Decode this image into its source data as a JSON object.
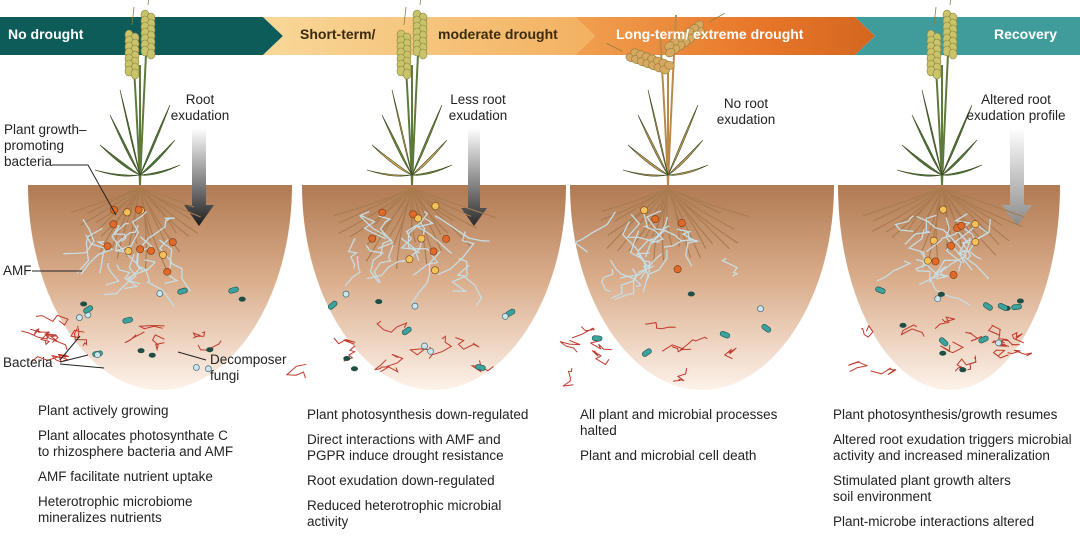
{
  "stages": [
    {
      "title": "No drought",
      "arrow_label": "Root\nexudation",
      "descriptions": [
        "Plant actively growing",
        "Plant allocates photosynthate C\nto rhizosphere bacteria and AMF",
        "AMF facilitate nutrient uptake",
        "Heterotrophic microbiome\nmineralizes nutrients"
      ]
    },
    {
      "title_part1": "Short-term/",
      "title_part2": "moderate drought",
      "arrow_label": "Less root\nexudation",
      "descriptions": [
        "Plant photosynthesis down-regulated",
        "Direct interactions with AMF and\nPGPR induce drought resistance",
        "Root exudation down-regulated",
        "Reduced heterotrophic microbial\nactivity"
      ]
    },
    {
      "title": "Long-term/ extreme drought",
      "arrow_label": "No root\nexudation",
      "descriptions": [
        "All plant and microbial processes\nhalted",
        "Plant and microbial cell death"
      ]
    },
    {
      "title": "Recovery",
      "arrow_label": "Altered root\nexudation profile",
      "descriptions": [
        "Plant photosynthesis/growth resumes",
        "Altered root exudation triggers microbial\nactivity and increased mineralization",
        "Stimulated plant growth alters\nsoil environment",
        "Plant-microbe interactions altered"
      ]
    }
  ],
  "callouts": {
    "pgpb": "Plant growth–\npromoting\nbacteria",
    "amf": "AMF",
    "bacteria": "Bacteria",
    "fungi": "Decomposer\nfungi"
  },
  "colors": {
    "banner_no_drought": "#0e5c5a",
    "banner_short": "#f5c06a",
    "banner_long": "#e8772a",
    "banner_recovery": "#3f9c9a",
    "soil_top": "#b9825a",
    "soil_bottom": "#fbeee4",
    "root": "#c9a27a",
    "amf_hyphae": "#b8d4dc",
    "fungi": "#c0392b",
    "bacteria_teal": "#2f8f8c",
    "bacteria_dark": "#1f4e46",
    "pgpb_orange": "#e06a2a",
    "pgpb_yellow": "#f2c25a"
  }
}
